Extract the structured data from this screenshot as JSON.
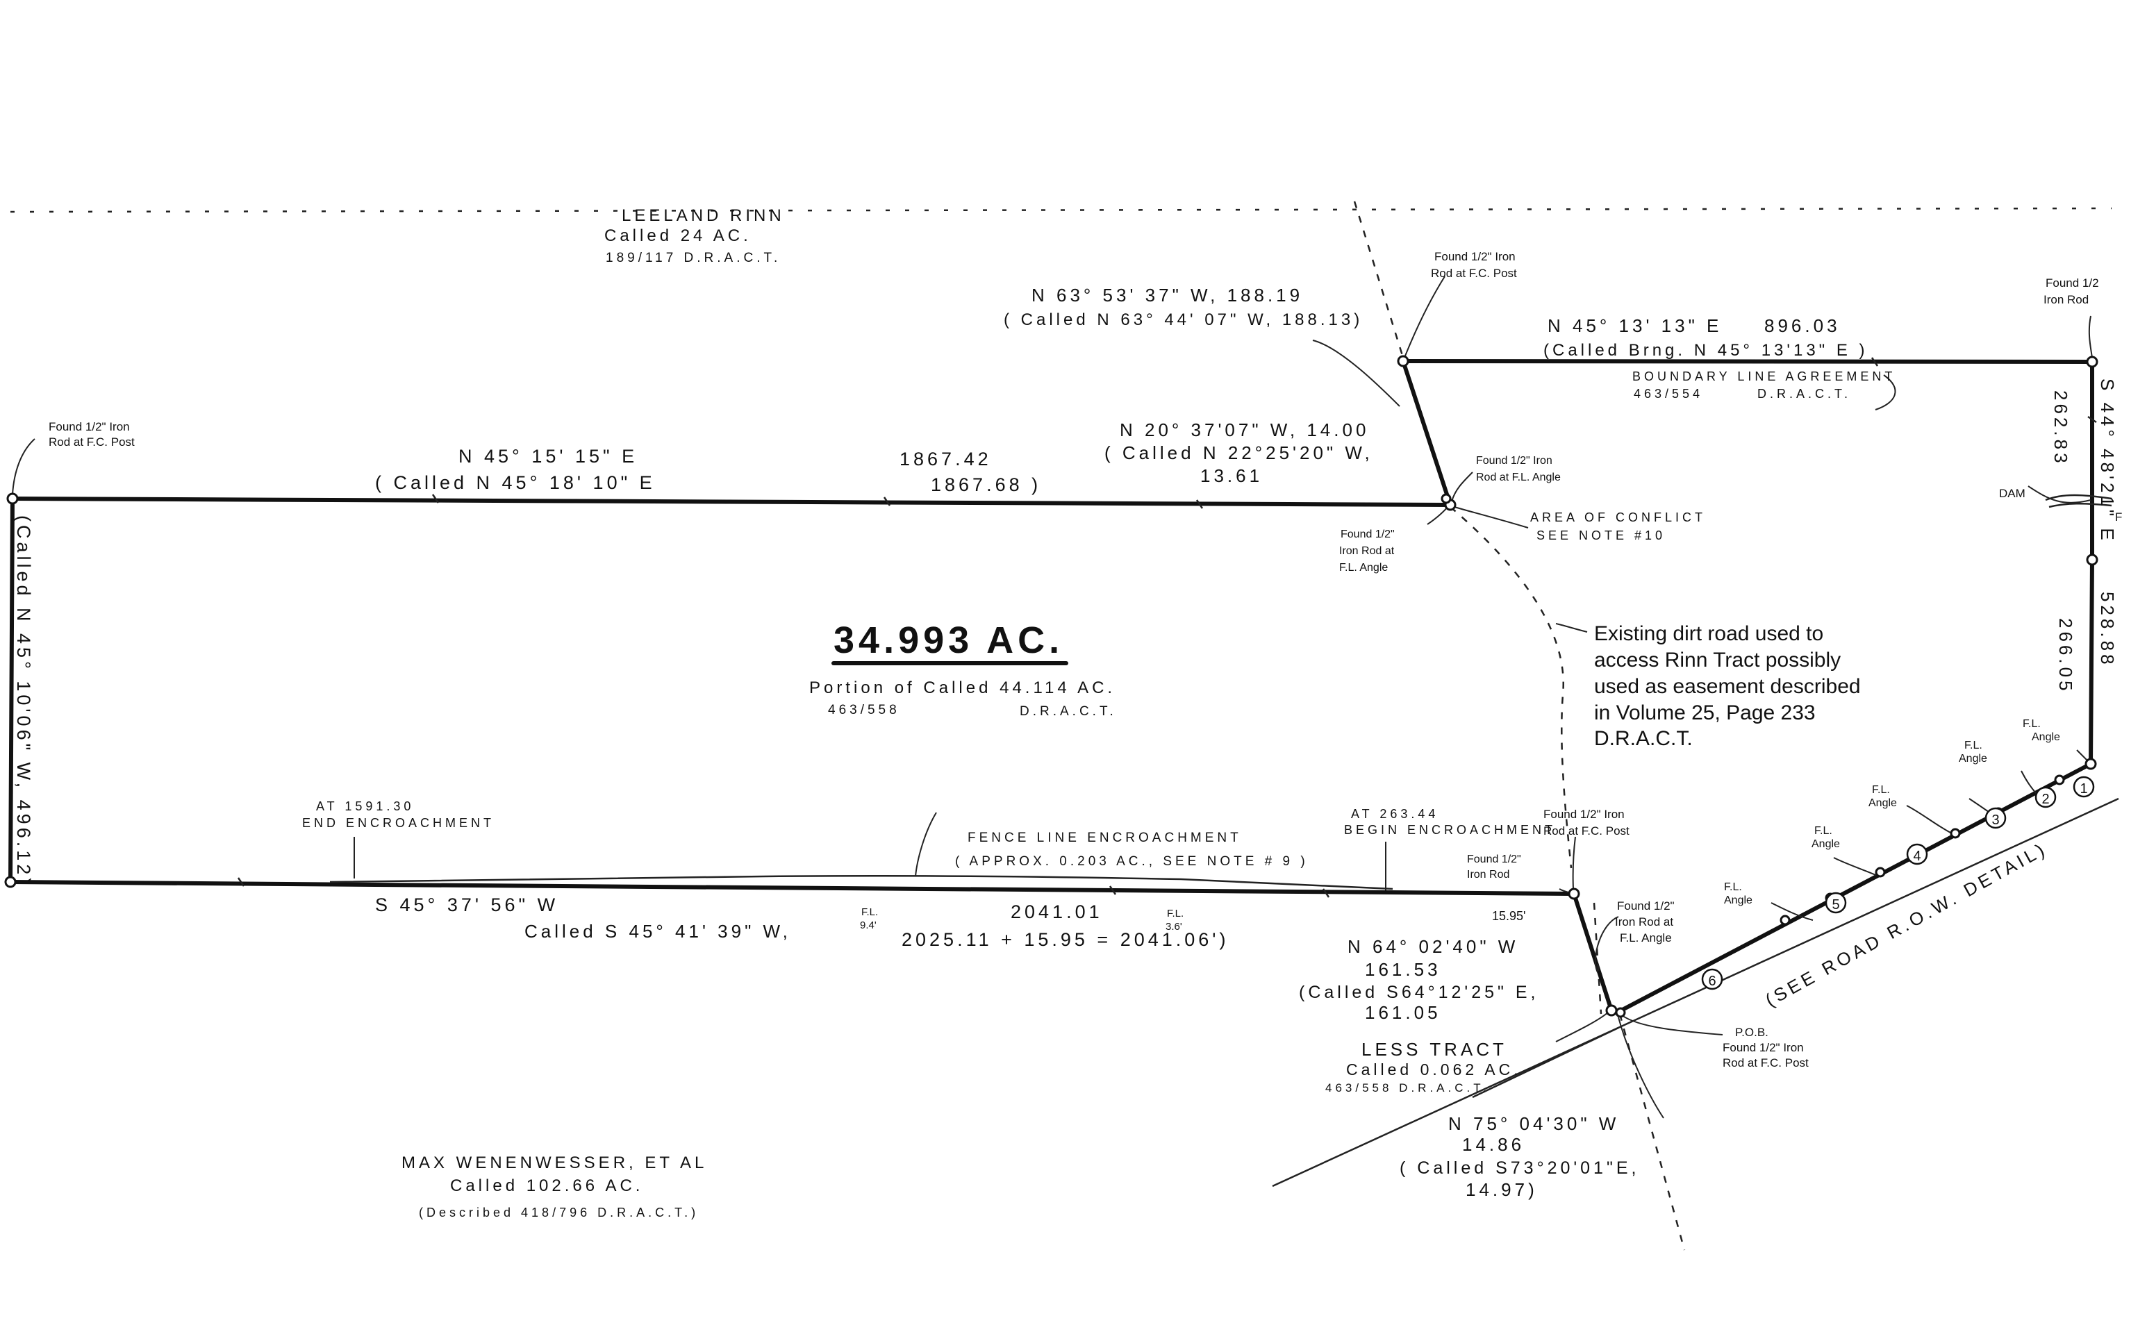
{
  "north_adjoiner": {
    "name": "LEELAND RINN",
    "area": "Called 24 AC.",
    "record": "189/117  D.R.A.C.T."
  },
  "south_adjoiner": {
    "name": "MAX WENENWESSER, ET AL",
    "area": "Called 102.66 AC.",
    "record": "(Described 418/796 D.R.A.C.T.)"
  },
  "tract": {
    "area": "34.993 AC.",
    "portion": "Portion of Called 44.114 AC.",
    "record": "463/558",
    "record_suffix": "D.R.A.C.T."
  },
  "calls": {
    "west_top": {
      "bearing": "N 45° 15' 15\" E",
      "called": "( Called N 45° 18' 10\" E",
      "distance": "1867.42",
      "called_distance": "1867.68 )"
    },
    "west_side": {
      "text": "(Called N 45° 10'06\" W, 496.12)"
    },
    "south_long": {
      "bearing": "S 45° 37' 56\" W",
      "called": "Called  S 45° 41' 39\" W,",
      "distance": "2041.01",
      "called_distance": "2025.11 + 15.95 = 2041.06')"
    },
    "n63": {
      "bearing": "N 63° 53' 37\" W, 188.19",
      "called": "( Called  N 63° 44' 07\" W, 188.13)"
    },
    "n20": {
      "bearing": "N 20° 37'07\" W, 14.00",
      "called": "( Called  N 22°25'20\" W,",
      "called_distance": "13.61"
    },
    "n45_east": {
      "bearing": "N 45° 13' 13\" E",
      "distance": "896.03",
      "called": "(Called Brng. N 45° 13'13\" E )"
    },
    "east_upper": {
      "bearing": "S 44° 48'21\" E",
      "distance": "262.83"
    },
    "east_lower": {
      "distance1": "528.88",
      "distance2": "266.05"
    },
    "n64": {
      "bearing": "N 64° 02'40\" W",
      "distance": "161.53",
      "called": "(Called S64°12'25\" E,",
      "called_distance": "161.05"
    },
    "n75": {
      "bearing": "N 75° 04'30\" W",
      "distance": "14.86",
      "called": "( Called S73°20'01\"E,",
      "called_distance": "14.97)"
    }
  },
  "notes": {
    "found_west": [
      "Found 1/2\" Iron",
      "Rod at F.C. Post"
    ],
    "found_north_post": [
      "Found 1/2\" Iron",
      "Rod at F.C. Post"
    ],
    "found_ne": [
      "Found 1/2",
      "Iron Rod"
    ],
    "found_fl_angle_right": [
      "Found 1/2\" Iron",
      "Rod at F.L. Angle"
    ],
    "found_fl_angle_left": [
      "Found 1/2\"",
      "Iron Rod at",
      "F.L. Angle"
    ],
    "area_conflict": [
      "AREA OF CONFLICT",
      "SEE NOTE #10"
    ],
    "boundary_agreement": [
      "BOUNDARY LINE AGREEMENT",
      "463/554",
      "D.R.A.C.T."
    ],
    "dam": "DAM",
    "f_mark": "F",
    "dirt_road": [
      "Existing dirt road used to",
      "access Rinn Tract possibly",
      "used as easement described",
      "in Volume 25, Page 233",
      "D.R.A.C.T."
    ],
    "end_encroach": [
      "AT 1591.30",
      "END ENCROACHMENT"
    ],
    "begin_encroach": [
      "AT 263.44",
      "BEGIN ENCROACHMENT"
    ],
    "fence_encroach": [
      "FENCE LINE ENCROACHMENT",
      "( APPROX. 0.203 AC., SEE NOTE # 9 )"
    ],
    "fl1": [
      "F.L.",
      "9.4'"
    ],
    "fl2": [
      "F.L.",
      "3.6'"
    ],
    "found_post_south": [
      "Found 1/2\" Iron",
      "Rod at F.C. Post"
    ],
    "found_iron_rod": [
      "Found 1/2\"",
      "Iron Rod"
    ],
    "dist_1595": "15.95'",
    "found_fl_angle_south": [
      "Found 1/2\"",
      "Iron Rod at",
      "F.L. Angle"
    ],
    "less_tract": [
      "LESS TRACT",
      "Called 0.062 AC.",
      "463/558 D.R.A.C.T."
    ],
    "pob": [
      "P.O.B.",
      "Found 1/2\" Iron",
      "Rod at F.C. Post"
    ],
    "road_detail": "(SEE ROAD R.O.W. DETAIL)",
    "fl_angle": [
      "F.L.",
      "Angle"
    ]
  },
  "point_numbers": [
    "1",
    "2",
    "3",
    "4",
    "5",
    "6"
  ]
}
